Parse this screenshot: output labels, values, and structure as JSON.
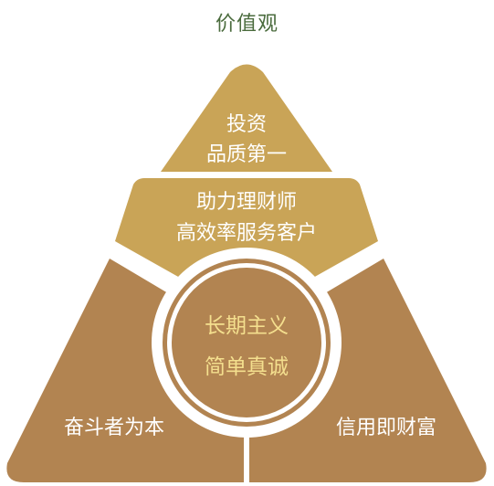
{
  "title": "价值观",
  "segments": {
    "top": {
      "line1": "投资",
      "line2": "品质第一"
    },
    "middle": {
      "line1": "助力理财师",
      "line2": "高效率服务客户"
    },
    "bottom_left": {
      "label": "奋斗者为本"
    },
    "bottom_right": {
      "label": "信用即财富"
    },
    "center": {
      "line1": "长期主义",
      "line2": "简单真诚"
    }
  },
  "colors": {
    "top_segment": "#c9a457",
    "middle_segment": "#c9a457",
    "bottom_segments": "#b28451",
    "center_ring": "#b28451",
    "center_label": "#f4df8e",
    "title": "#4a6b3d",
    "gap": "#ffffff"
  }
}
